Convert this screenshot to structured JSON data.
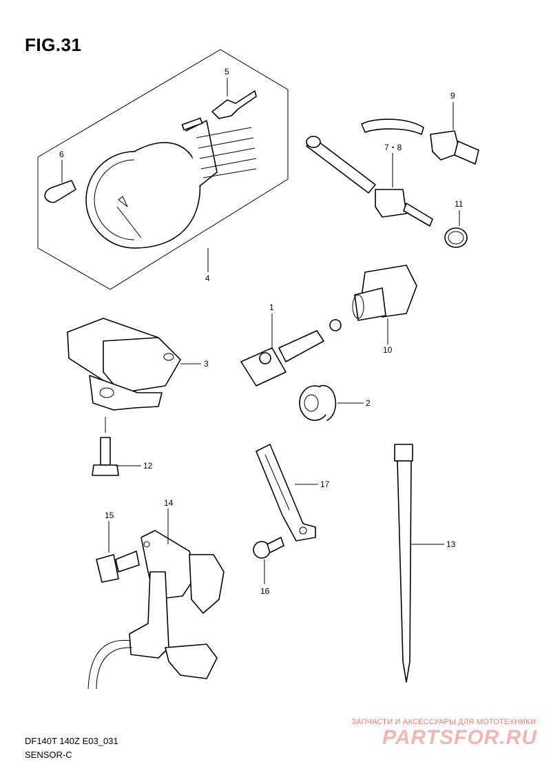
{
  "figure": {
    "title": "FIG.31",
    "code": "DF140T 140Z E03_031",
    "name": "SENSOR-C"
  },
  "watermark": {
    "tagline": "ЗАПЧАСТИ И АКСЕССУАРЫ ДЛЯ МОТОТЕХНИКИ",
    "logo": "PARTSFOR.RU"
  },
  "callouts": [
    {
      "label": "1"
    },
    {
      "label": "2"
    },
    {
      "label": "3"
    },
    {
      "label": "4"
    },
    {
      "label": "5"
    },
    {
      "label": "6"
    },
    {
      "label": "7・8"
    },
    {
      "label": "9"
    },
    {
      "label": "10"
    },
    {
      "label": "11"
    },
    {
      "label": "12"
    },
    {
      "label": "13"
    },
    {
      "label": "14"
    },
    {
      "label": "15"
    },
    {
      "label": "16"
    },
    {
      "label": "17"
    }
  ],
  "colors": {
    "line": "#000000",
    "background": "#ffffff",
    "watermark_text": "#e77b7b",
    "watermark_logo": "#f2b5b5"
  }
}
